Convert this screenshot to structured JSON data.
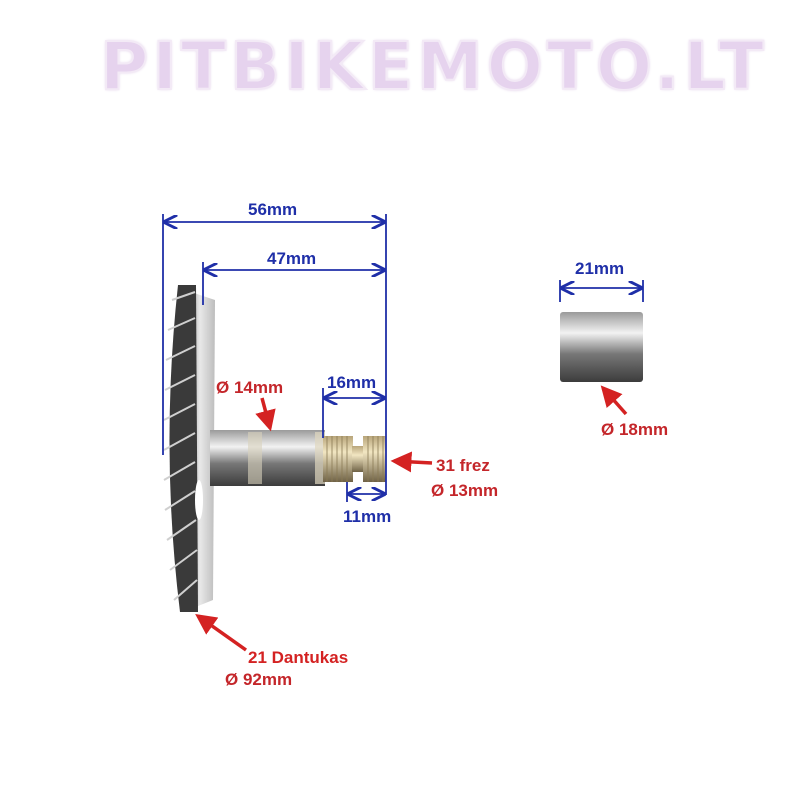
{
  "watermark": "PITBIKEMOTO.LT",
  "dimensions": {
    "overall_length": "56mm",
    "shaft_length": "47mm",
    "spline_length": "16mm",
    "spline_tooth_length": "11mm",
    "bushing_length": "21mm"
  },
  "callouts": {
    "shaft_diameter": "Ø 14mm",
    "spline_count": "31 frez",
    "spline_diameter": "Ø 13mm",
    "bushing_diameter": "Ø 18mm",
    "gear_teeth": "21 Dantukas",
    "gear_diameter": "Ø 92mm"
  },
  "colors": {
    "dimension": "#1f2fa8",
    "callout": "#c4262a",
    "watermark": "#e6d3ee"
  }
}
